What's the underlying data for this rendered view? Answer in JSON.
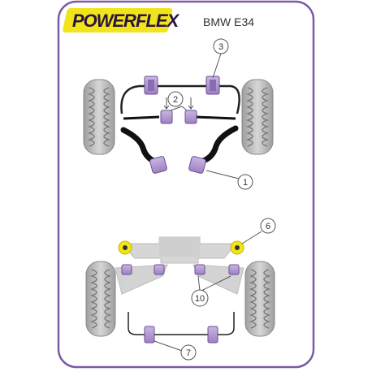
{
  "brand": {
    "name": "POWERFLEX"
  },
  "model": {
    "label": "BMW E34"
  },
  "callouts": [
    {
      "id": "1",
      "label": "1"
    },
    {
      "id": "2",
      "label": "2"
    },
    {
      "id": "3",
      "label": "3"
    },
    {
      "id": "6",
      "label": "6"
    },
    {
      "id": "7",
      "label": "7"
    },
    {
      "id": "10",
      "label": "10"
    }
  ],
  "colors": {
    "frame": "#7b5aa6",
    "bush": "#b49ad2",
    "bush_dark": "#8a6cb0",
    "yellow_bush": "#f2e41a",
    "arm": "#d3d3d3",
    "tyre": "#bdbdbd",
    "brand_text": "#3b1d5c"
  }
}
